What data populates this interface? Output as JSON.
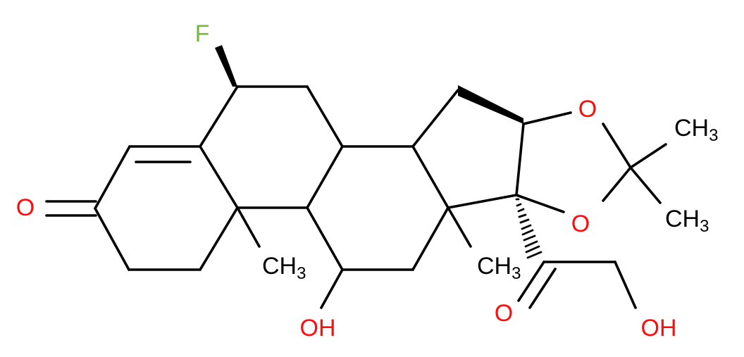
{
  "molecule": {
    "colors": {
      "bond": "#000000",
      "oxygen": "#ff0d0d",
      "fluorine": "#78b640",
      "carbon_label": "#000000"
    },
    "labels": {
      "fluorine": "F",
      "ketone_o": "O",
      "ring_o_upper": "O",
      "ring_o_lower": "O",
      "side_chain_o": "O",
      "oh_11": "OH",
      "oh_21": "OH",
      "ch3_19": "CH",
      "ch3_18": "CH",
      "ch3_gem_upper": "CH",
      "ch3_gem_lower": "CH",
      "subscript_3": "3"
    }
  }
}
